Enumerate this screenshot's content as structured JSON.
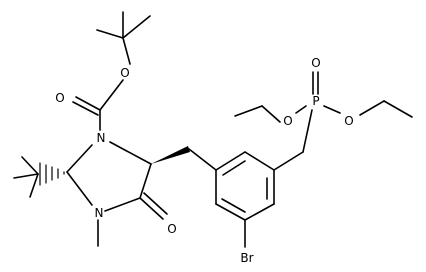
{
  "atoms": {
    "o_carbonyl_boc": "O",
    "o_ester_boc": "O",
    "n1": "N",
    "n3": "N",
    "o_ring_ketone": "O",
    "o_phosphoryl": "O",
    "p": "P",
    "o_ethoxy_left": "O",
    "o_ethoxy_right": "O",
    "br": "Br"
  }
}
